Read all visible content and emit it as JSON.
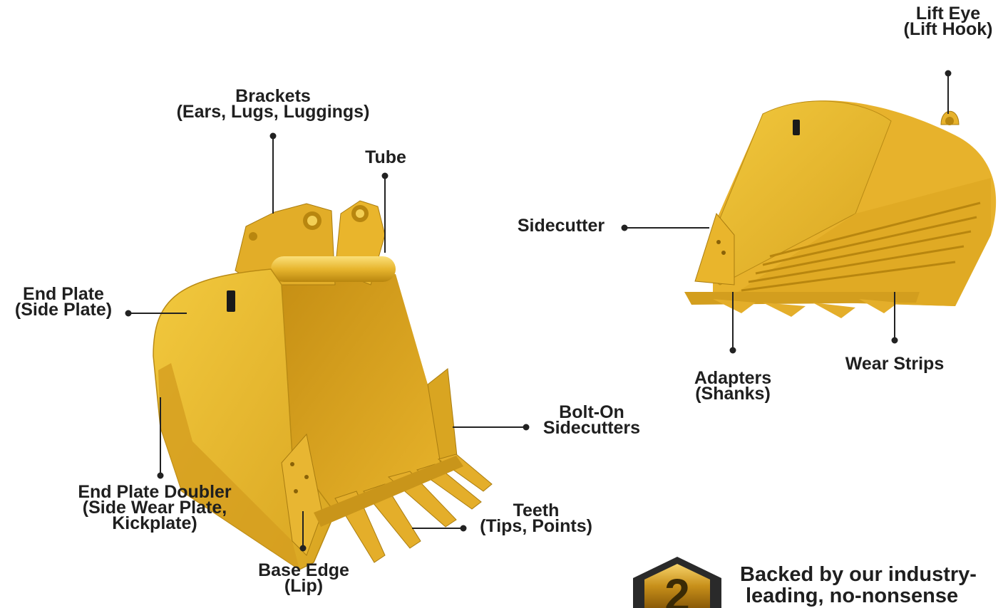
{
  "labels": {
    "lift_eye": [
      "Lift Eye",
      "(Lift Hook)"
    ],
    "brackets": [
      "Brackets",
      "(Ears, Lugs, Luggings)"
    ],
    "tube": [
      "Tube"
    ],
    "sidecutter": [
      "Sidecutter"
    ],
    "end_plate": [
      "End Plate",
      "(Side Plate)"
    ],
    "adapters": [
      "Adapters",
      "(Shanks)"
    ],
    "wear_strips": [
      "Wear Strips"
    ],
    "bolt_on_sidecutters": [
      "Bolt-On",
      "Sidecutters"
    ],
    "end_plate_doubler": [
      "End Plate Doubler",
      "(Side Wear Plate,",
      "Kickplate)"
    ],
    "teeth": [
      "Teeth",
      "(Tips, Points)"
    ],
    "base_edge": [
      "Base Edge",
      "(Lip)"
    ]
  },
  "badge": {
    "text": "2"
  },
  "promo": {
    "lines": [
      "Backed by our industry-",
      "leading, no-nonsense"
    ]
  },
  "colors": {
    "bucket": "#e6b530",
    "bucket_dark": "#b98a14",
    "leader": "#222222",
    "text": "#1f1f1f"
  }
}
